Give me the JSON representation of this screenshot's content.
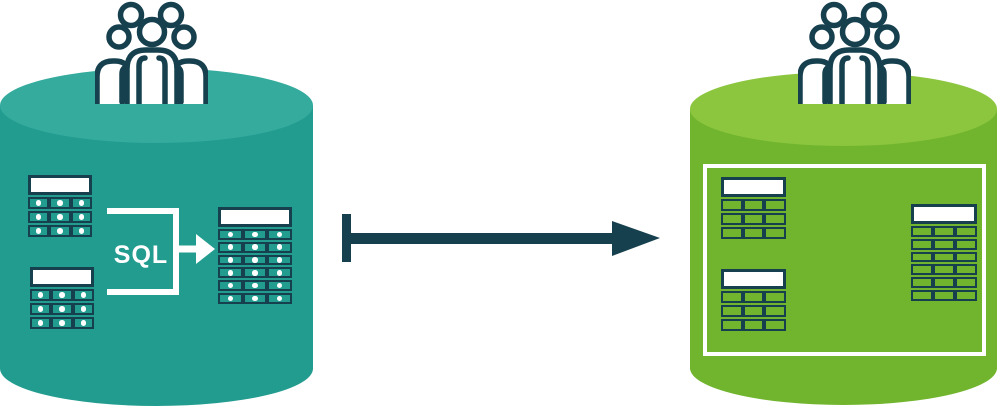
{
  "diagram": {
    "type": "database-migration-sql-diagram",
    "description": "Source database: two tables combined via SQL into one larger table; arrow points to target database containing replicated tables, each database topped by a group of users",
    "sql_label": "SQL",
    "colors": {
      "navy": "#17404F",
      "teal_body": "#239C90",
      "teal_top": "#35AB9E",
      "green_body": "#71B52E",
      "green_top": "#8CC63F",
      "white": "#FFFFFF"
    },
    "source_database": {
      "cylinder_color": "teal",
      "users_icon": "users-group-icon",
      "table_style": "filled cells with white dots"
    },
    "target_database": {
      "cylinder_color": "green",
      "users_icon": "users-group-icon",
      "table_style": "outlined cells, framed in white border"
    },
    "tables": {
      "source_table_1": {
        "rows": 3,
        "cols": 3,
        "dots": true,
        "style": "teal"
      },
      "source_table_2": {
        "rows": 3,
        "cols": 3,
        "dots": true,
        "style": "teal"
      },
      "source_result_table": {
        "rows": 6,
        "cols": 3,
        "dots": true,
        "style": "teal"
      },
      "target_table_1": {
        "rows": 3,
        "cols": 3,
        "dots": false,
        "style": "green"
      },
      "target_table_2": {
        "rows": 3,
        "cols": 3,
        "dots": false,
        "style": "green"
      },
      "target_table_3": {
        "rows": 6,
        "cols": 3,
        "dots": false,
        "style": "green"
      }
    }
  }
}
